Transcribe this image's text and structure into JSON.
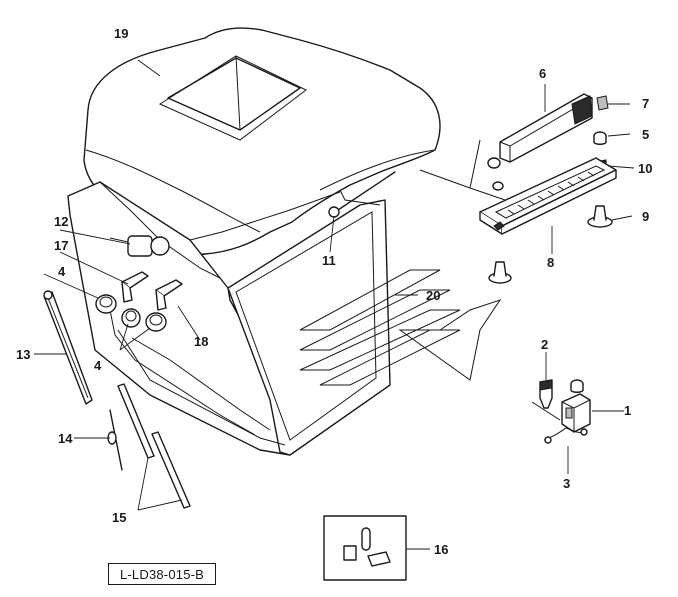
{
  "callouts": {
    "c1": "1",
    "c2": "2",
    "c3": "3",
    "c4a": "4",
    "c4b": "4",
    "c5": "5",
    "c6": "6",
    "c7": "7",
    "c8": "8",
    "c9": "9",
    "c10": "10",
    "c11": "11",
    "c12": "12",
    "c13": "13",
    "c14": "14",
    "c15": "15",
    "c16": "16",
    "c17": "17",
    "c18": "18",
    "c19": "19",
    "c20": "20"
  },
  "reference_code": "L-LD38-015-B"
}
